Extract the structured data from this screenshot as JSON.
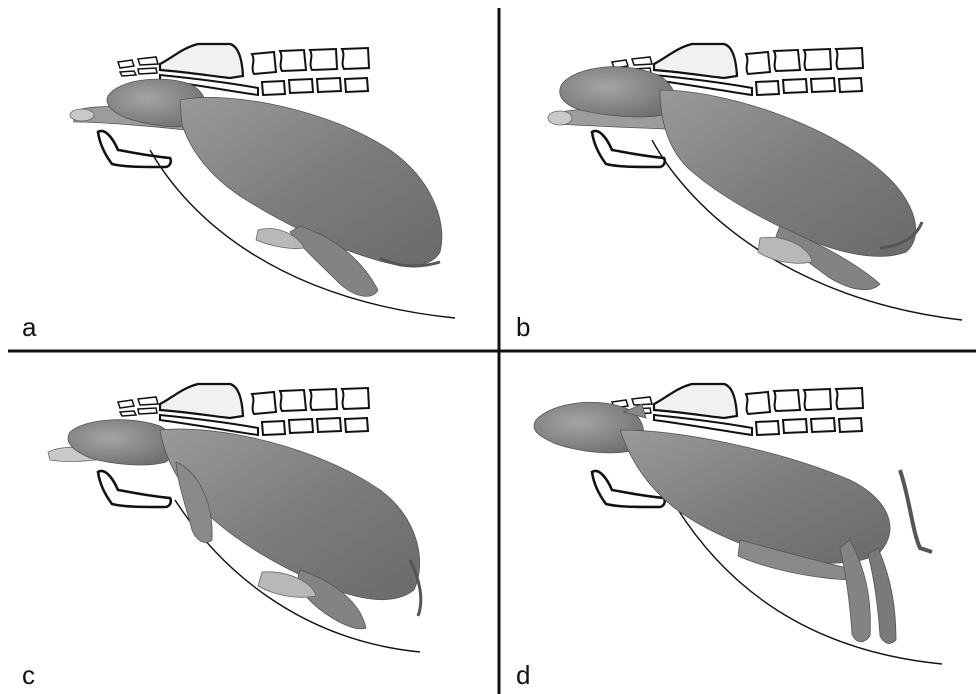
{
  "panels": [
    {
      "label": "a"
    },
    {
      "label": "b"
    },
    {
      "label": "c"
    },
    {
      "label": "d"
    }
  ],
  "colors": {
    "background": "#ffffff",
    "divider": "#111111",
    "outline": "#111111",
    "bone_fill": "#f1f1f1",
    "calf_dark": "#6f6f6f",
    "calf_mid": "#8c8c8c",
    "calf_light": "#b5b5b5"
  }
}
